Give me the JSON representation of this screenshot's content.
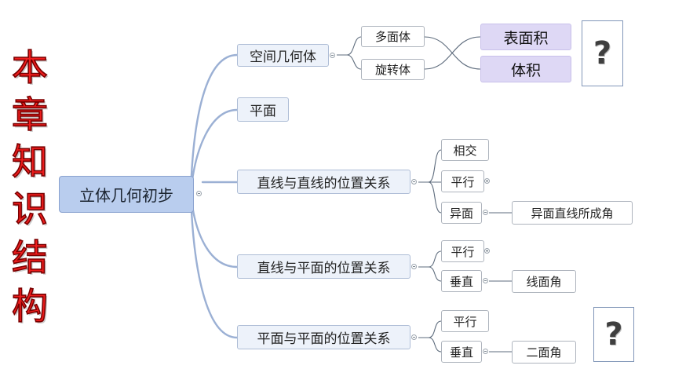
{
  "side_title": [
    "本",
    "章",
    "知",
    "识",
    "结",
    "构"
  ],
  "root": "立体几何初步",
  "branches": {
    "solid": {
      "label": "空间几何体",
      "children": [
        "多面体",
        "旋转体"
      ],
      "targets": [
        "表面积",
        "体积"
      ],
      "question": "?"
    },
    "plane": {
      "label": "平面"
    },
    "line_line": {
      "label": "直线与直线的位置关系",
      "children": [
        "相交",
        "平行",
        "异面"
      ],
      "skew_angle": "异面直线所成角"
    },
    "line_plane": {
      "label": "直线与平面的位置关系",
      "children": [
        "平行",
        "垂直"
      ],
      "angle": "线面角"
    },
    "plane_plane": {
      "label": "平面与平面的位置关系",
      "children": [
        "平行",
        "垂直"
      ],
      "angle": "二面角",
      "question": "?"
    }
  },
  "colors": {
    "title_fill": "#ef1d1d",
    "title_outline": "#7a0000",
    "root_fill": "#b9cdee",
    "branch_fill": "#edf2fa",
    "highlight_fill": "#ded8f5",
    "connector": "#9bb0d4"
  }
}
